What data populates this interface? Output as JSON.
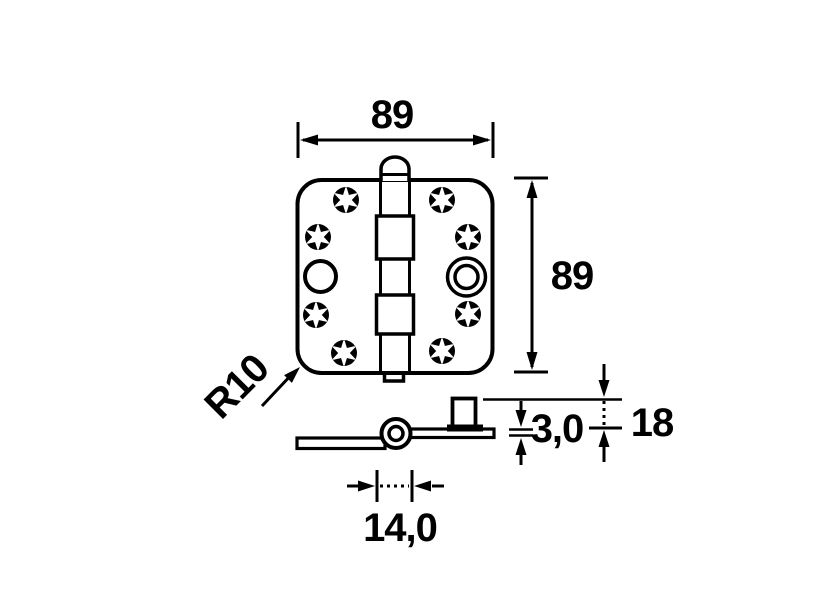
{
  "drawing": {
    "type": "technical-drawing",
    "subject": "door hinge, front view and side profile",
    "background_color": "#ffffff",
    "line_color": "#000000",
    "labels": {
      "width_mm": "89",
      "height_mm": "89",
      "corner_radius": "R10",
      "stud_height_mm": "18",
      "leaf_thickness_mm": "3,0",
      "knuckle_width_mm": "14,0"
    },
    "icons": {
      "screw_head": "torx-screw-icon",
      "mounting_hole": "round-hole",
      "security_bush": "concentric-ring"
    }
  }
}
